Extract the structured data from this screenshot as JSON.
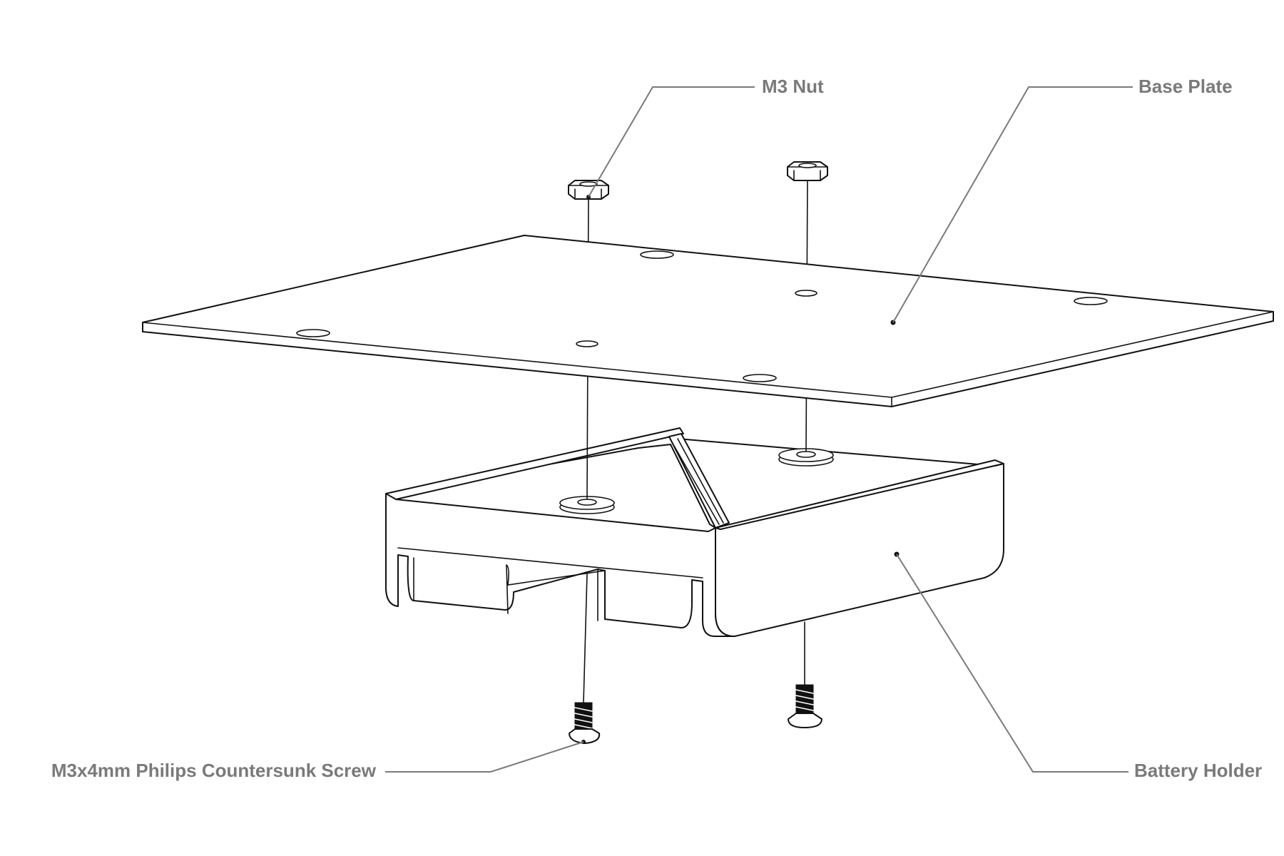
{
  "labels": {
    "m3_nut": "M3 Nut",
    "base_plate": "Base Plate",
    "screw": "M3x4mm Philips Countersunk Screw",
    "battery_holder": "Battery Holder"
  },
  "colors": {
    "line": "#111111",
    "label": "#7a7a7a",
    "background": "#ffffff"
  }
}
